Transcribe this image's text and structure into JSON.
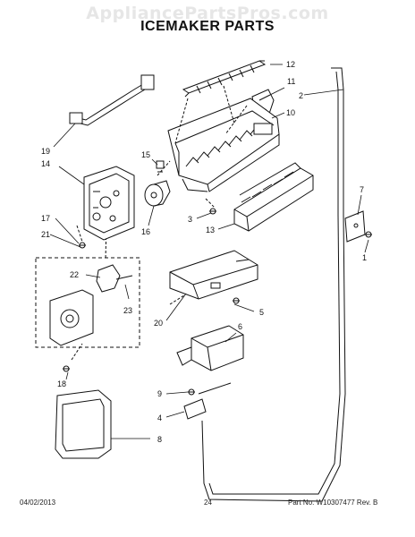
{
  "watermark": "AppliancePartsPros.com",
  "title": "ICEMAKER PARTS",
  "part_callouts": [
    "1",
    "2",
    "3",
    "4",
    "5",
    "6",
    "7",
    "8",
    "9",
    "10",
    "11",
    "12",
    "13",
    "14",
    "15",
    "16",
    "17",
    "18",
    "19",
    "20",
    "21",
    "22",
    "23"
  ],
  "footer": {
    "date": "04/02/2013",
    "page": "24",
    "part_no": "Part No. W10307477 Rev. B"
  }
}
